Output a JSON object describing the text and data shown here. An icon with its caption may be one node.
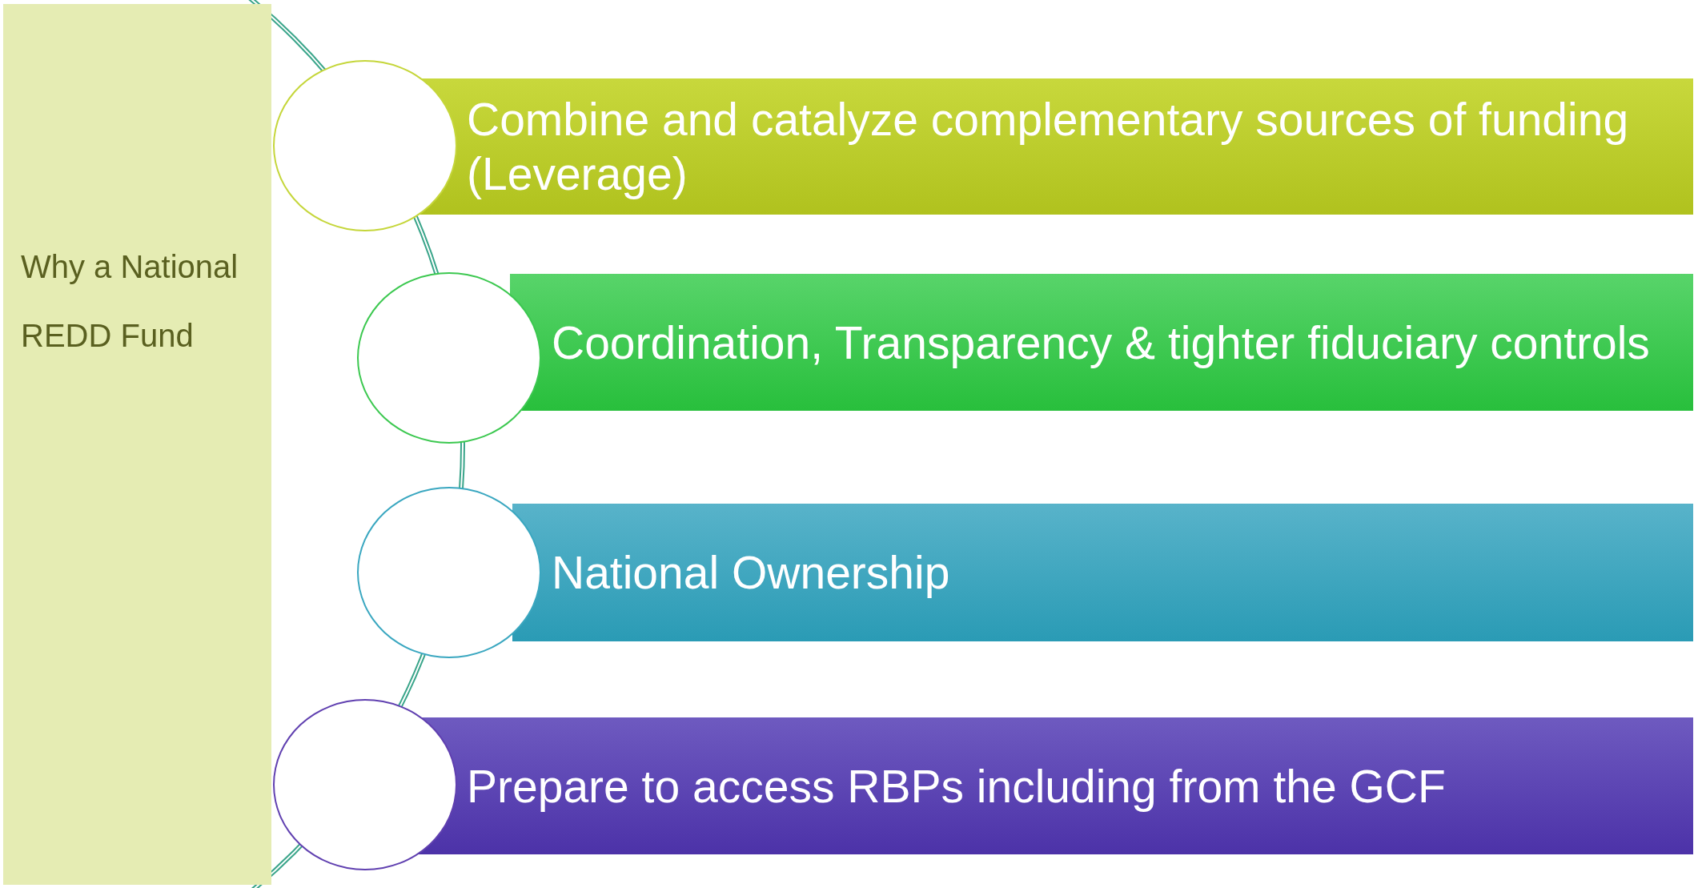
{
  "diagram": {
    "nodes": [
      {
        "text": [
          "Why a National REDD Fund"
        ]
      },
      {
        "text": [],
        "shape": "circle"
      },
      {
        "text": [
          "Combine and catalyze complementary sources of funding (Leverage)"
        ]
      },
      {
        "text": [],
        "shape": "circle"
      },
      {
        "text": [
          "Coordination, Transparency & tighter fiduciary controls"
        ]
      },
      {
        "text": [],
        "shape": "circle"
      },
      {
        "text": [
          "National Ownership"
        ]
      },
      {
        "text": [],
        "shape": "circle"
      },
      {
        "text": [
          "Prepare to access RBPs including from the GCF"
        ]
      }
    ]
  }
}
